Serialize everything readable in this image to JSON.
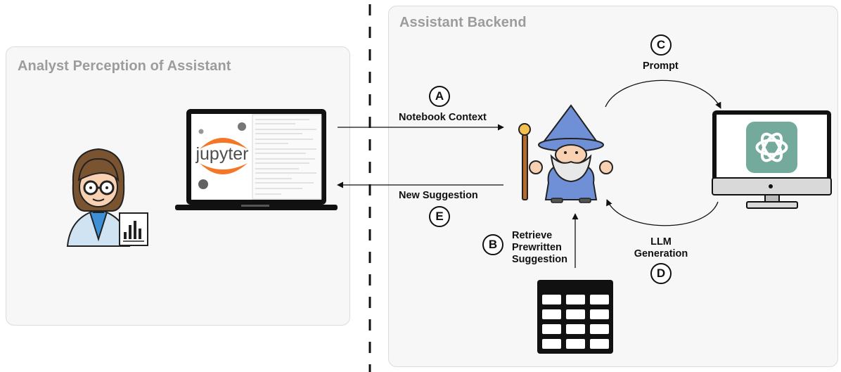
{
  "left_panel": {
    "title": "Analyst Perception of Assistant"
  },
  "right_panel": {
    "title": "Assistant Backend"
  },
  "laptop": {
    "logo_text": "jupyter"
  },
  "steps": {
    "a": {
      "badge": "A",
      "label": "Notebook Context"
    },
    "b": {
      "badge": "B",
      "label_lines": [
        "Retrieve",
        "Prewritten",
        "Suggestion"
      ]
    },
    "c": {
      "badge": "C",
      "label": "Prompt"
    },
    "d": {
      "badge": "D",
      "label_lines": [
        "LLM",
        "Generation"
      ]
    },
    "e": {
      "badge": "E",
      "label": "New Suggestion"
    }
  },
  "colors": {
    "panel_fill": "#f7f7f7",
    "panel_border": "#dcdcdc",
    "title_gray": "#9c9c9c",
    "openai_green": "#74aa9c",
    "jupyter_orange": "#f37726",
    "wizard_blue": "#6f8fd6"
  },
  "icons": [
    "analyst-icon",
    "laptop-icon",
    "jupyter-logo-icon",
    "wizard-icon",
    "monitor-icon",
    "openai-logo-icon",
    "database-table-icon"
  ]
}
